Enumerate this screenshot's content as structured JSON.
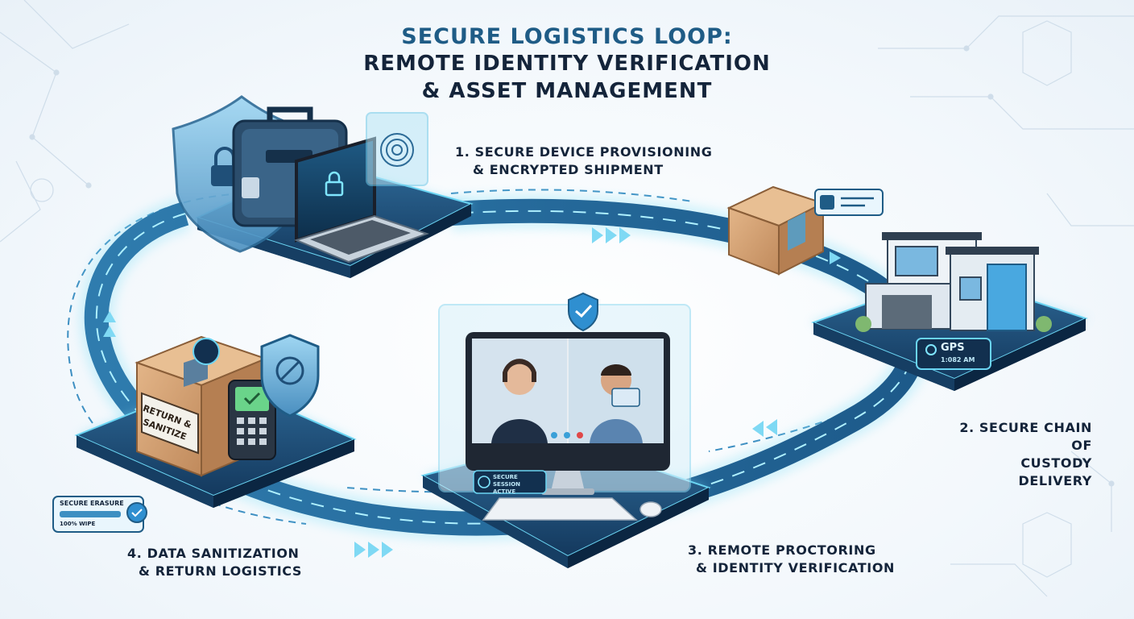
{
  "title": {
    "line1": "SECURE LOGISTICS LOOP:",
    "line2": "REMOTE IDENTITY VERIFICATION",
    "line3": "& ASSET MANAGEMENT"
  },
  "steps": [
    {
      "line1": "1. SECURE DEVICE PROVISIONING",
      "line2": "& ENCRYPTED SHIPMENT"
    },
    {
      "line1": "2. SECURE CHAIN OF",
      "line2": "CUSTODY DELIVERY"
    },
    {
      "line1": "3. REMOTE PROCTORING",
      "line2": "& IDENTITY VERIFICATION"
    },
    {
      "line1": "4. DATA SANITIZATION",
      "line2": "& RETURN LOGISTICS"
    }
  ],
  "labels": {
    "gps": "GPS",
    "gps_time": "1:082 AM",
    "box_text_1": "RETURN &",
    "box_text_2": "SANITIZE",
    "session": "SECURE SESSION ACTIVE",
    "erasure_title": "SECURE ERASURE",
    "erasure_value": "100% WIPE"
  },
  "colors": {
    "accent": "#1f5c86",
    "dark_navy": "#14243a",
    "glow": "#5fd3f0",
    "platform": "#1e4e78",
    "cardboard": "#d9a878"
  }
}
